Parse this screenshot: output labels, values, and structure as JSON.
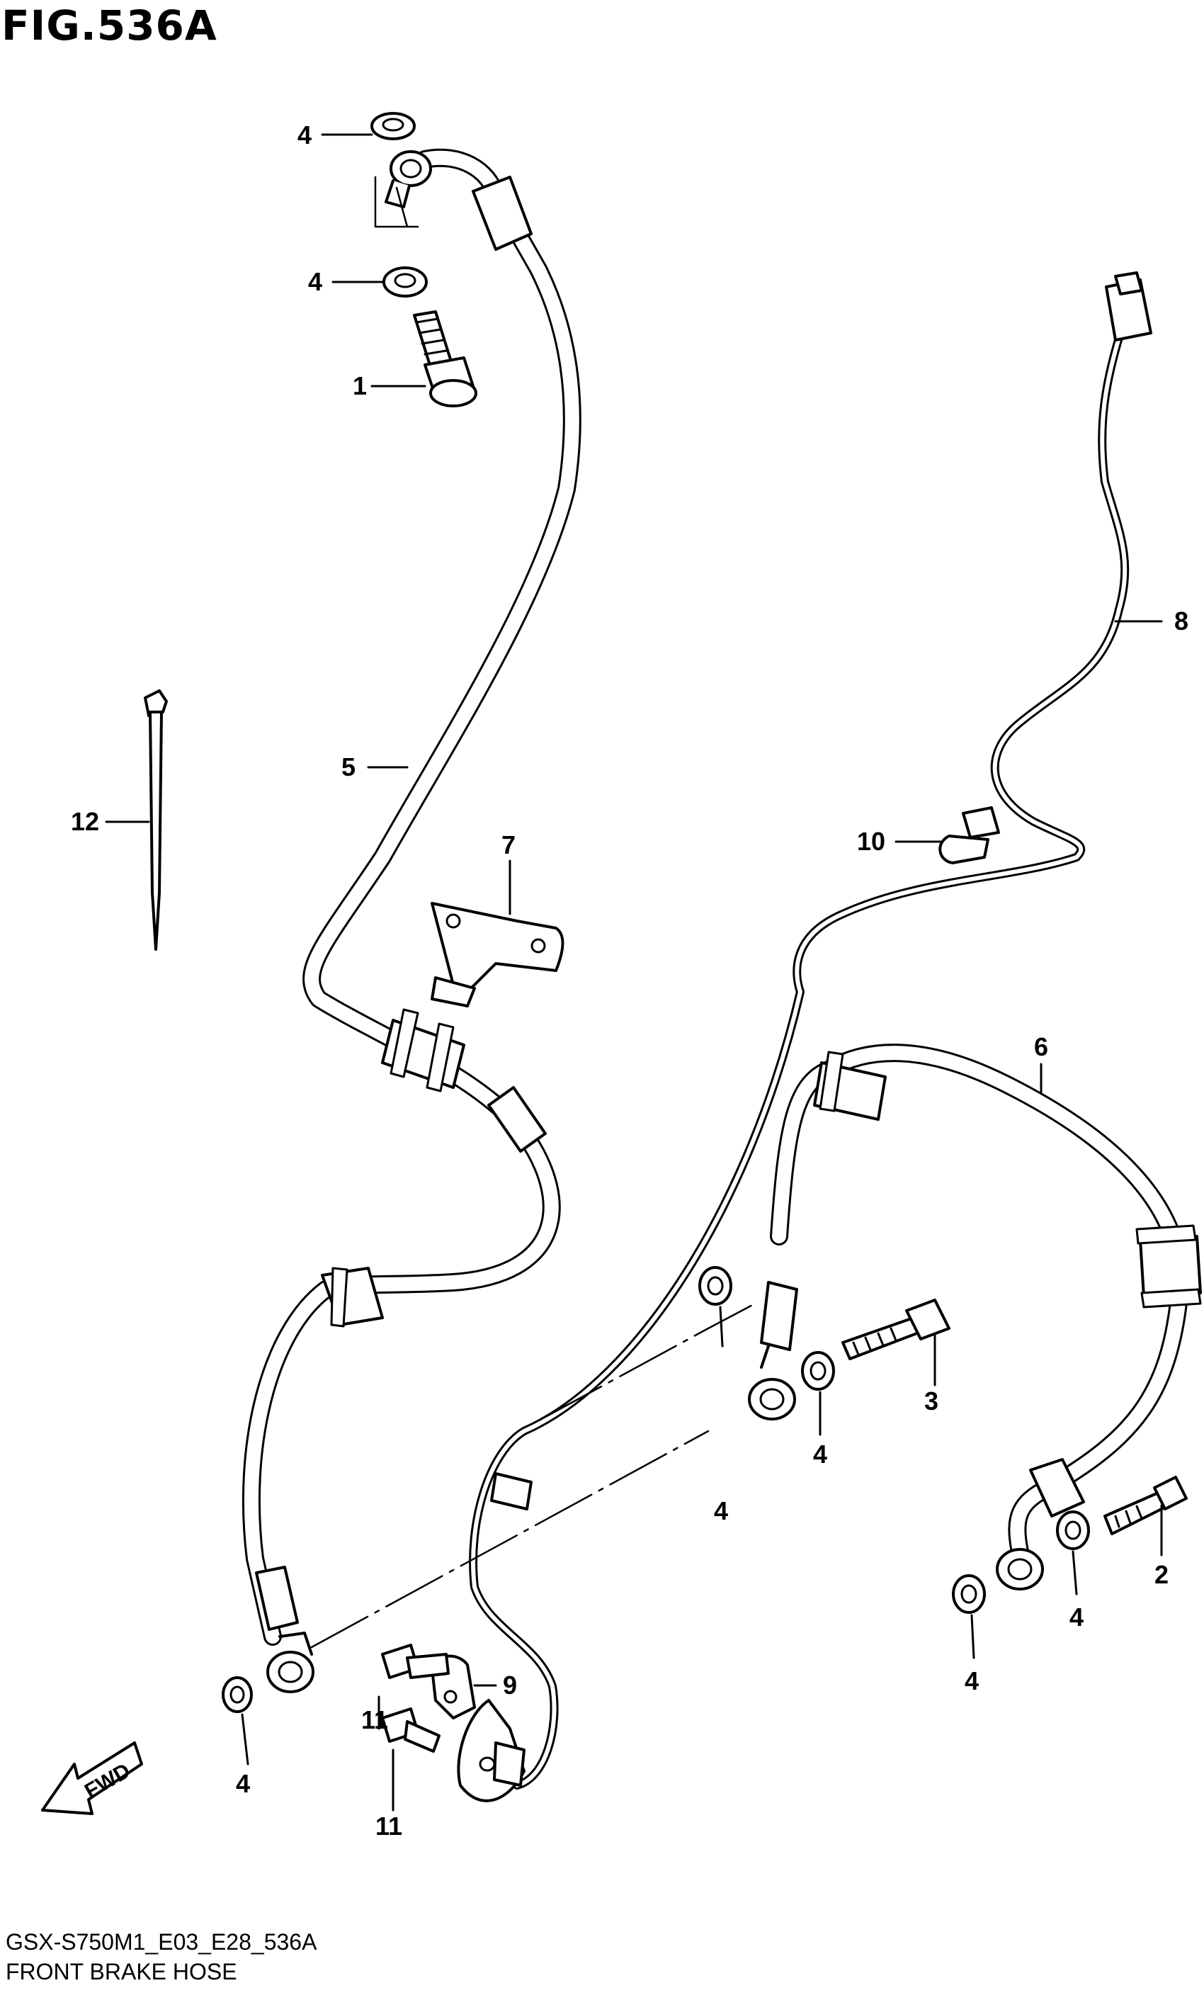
{
  "figure": {
    "title": "FIG.536A",
    "code": "GSX-S750M1_E03_E28_536A",
    "caption": "FRONT BRAKE HOSE",
    "fwd_label": "FWD"
  },
  "callouts": [
    "1",
    "2",
    "3",
    "4",
    "5",
    "6",
    "7",
    "8",
    "9",
    "10",
    "11",
    "12"
  ],
  "colors": {
    "ink": "#000000",
    "paper": "#ffffff"
  }
}
